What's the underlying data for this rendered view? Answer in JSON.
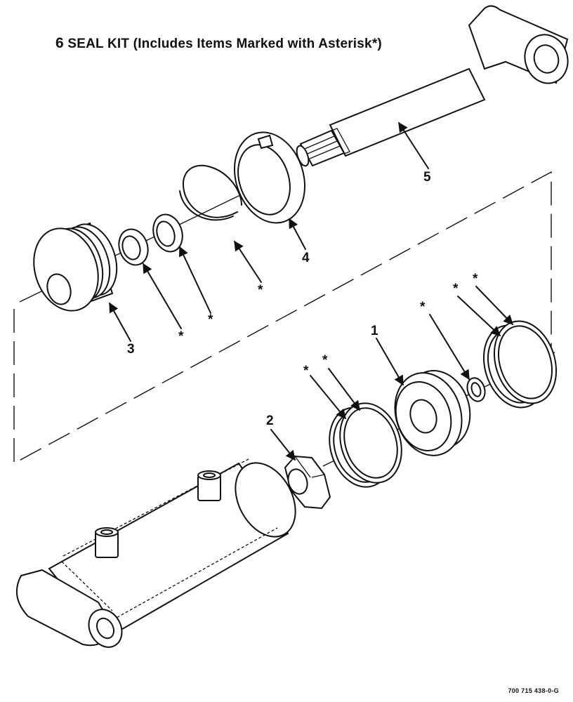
{
  "title": {
    "number": "6",
    "text": "SEAL KIT (Includes Items Marked with Asterisk*)"
  },
  "callouts": {
    "item_1": "1",
    "item_2": "2",
    "item_3": "3",
    "item_4": "4",
    "item_5": "5",
    "asterisk": "*"
  },
  "reference_number": "700 715 438-0-G"
}
